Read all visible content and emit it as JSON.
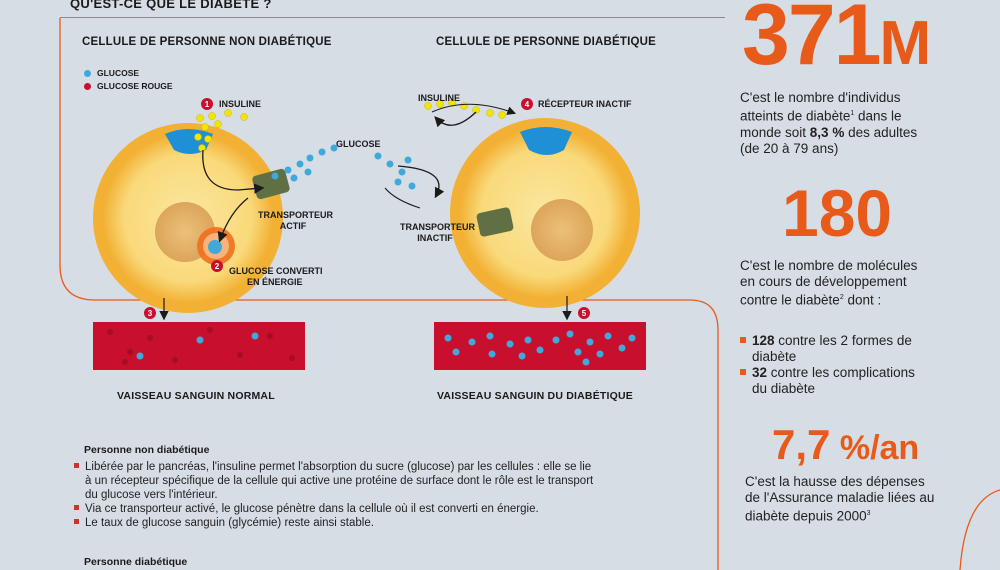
{
  "header": {
    "title": "QU'EST-CE QUE LE DIABÈTE ?"
  },
  "cells": {
    "normal_title": "CELLULE DE PERSONNE NON DIABÉTIQUE",
    "diabetic_title": "CELLULE DE PERSONNE DIABÉTIQUE"
  },
  "legend": {
    "glucose": "GLUCOSE",
    "glucose_rouge": "GLUCOSE ROUGE"
  },
  "labels": {
    "step1": "1",
    "insuline_left": "INSULINE",
    "glucose_mid": "GLUCOSE",
    "transporteur_actif_1": "TRANSPORTEUR",
    "transporteur_actif_2": "ACTIF",
    "step2": "2",
    "converti_1": "GLUCOSE CONVERTI",
    "converti_2": "EN ÉNERGIE",
    "step3": "3",
    "insuline_right": "INSULINE",
    "step4": "4",
    "recepteur": "RÉCEPTEUR INACTIF",
    "transporteur_inactif_1": "TRANSPORTEUR",
    "transporteur_inactif_2": "INACTIF",
    "step5": "5"
  },
  "vessels": {
    "normal": "VAISSEAU SANGUIN NORMAL",
    "diabetic": "VAISSEAU SANGUIN DU DIABÉTIQUE"
  },
  "stats": {
    "s1_value": "371",
    "s1_unit": "M",
    "s1_line1": "C'est le nombre d'individus",
    "s1_line2a": "atteints de diabète",
    "s1_sup": "1",
    "s1_line2b": " dans le",
    "s1_line3a": "monde soit ",
    "s1_bold": "8,3 %",
    "s1_line3b": " des adultes",
    "s1_line4": "(de 20 à 79 ans)",
    "s2_value": "180",
    "s2_line1": "C'est le nombre de molécules",
    "s2_line2": "en cours de développement",
    "s2_line3a": "contre le diabète",
    "s2_sup": "2",
    "s2_line3b": " dont :",
    "b1_num": "128",
    "b1_a": " contre les 2 formes de",
    "b1_b": "diabète",
    "b2_num": "32",
    "b2_a": " contre les complications",
    "b2_b": "du diabète",
    "s3_value": "7,7",
    "s3_unit": " %/an",
    "s3_line1": "C'est la hausse des dépenses",
    "s3_line2": "de l'Assurance maladie liées au",
    "s3_line3a": "diabète depuis 2000",
    "s3_sup": "3"
  },
  "text": {
    "sec1": "Personne non diabétique",
    "p1a": "Libérée par le pancréas, l'insuline permet l'absorption du sucre (glucose) par les cellules : elle se lie",
    "p1b": "à un récepteur spécifique de la cellule qui active une protéine de surface dont le rôle est le transport",
    "p1c": "du glucose vers l'intérieur.",
    "p2": "Via ce transporteur activé, le glucose pénètre dans la cellule où il est converti en énergie.",
    "p3": "Le taux de glucose sanguin (glycémie) reste ainsi stable.",
    "sec2": "Personne diabétique"
  },
  "colors": {
    "accent": "#e85a1a",
    "glucose": "#3fa9dc",
    "blood": "#c8102e",
    "insulin": "#f2e600",
    "cell": "#f2b134"
  }
}
